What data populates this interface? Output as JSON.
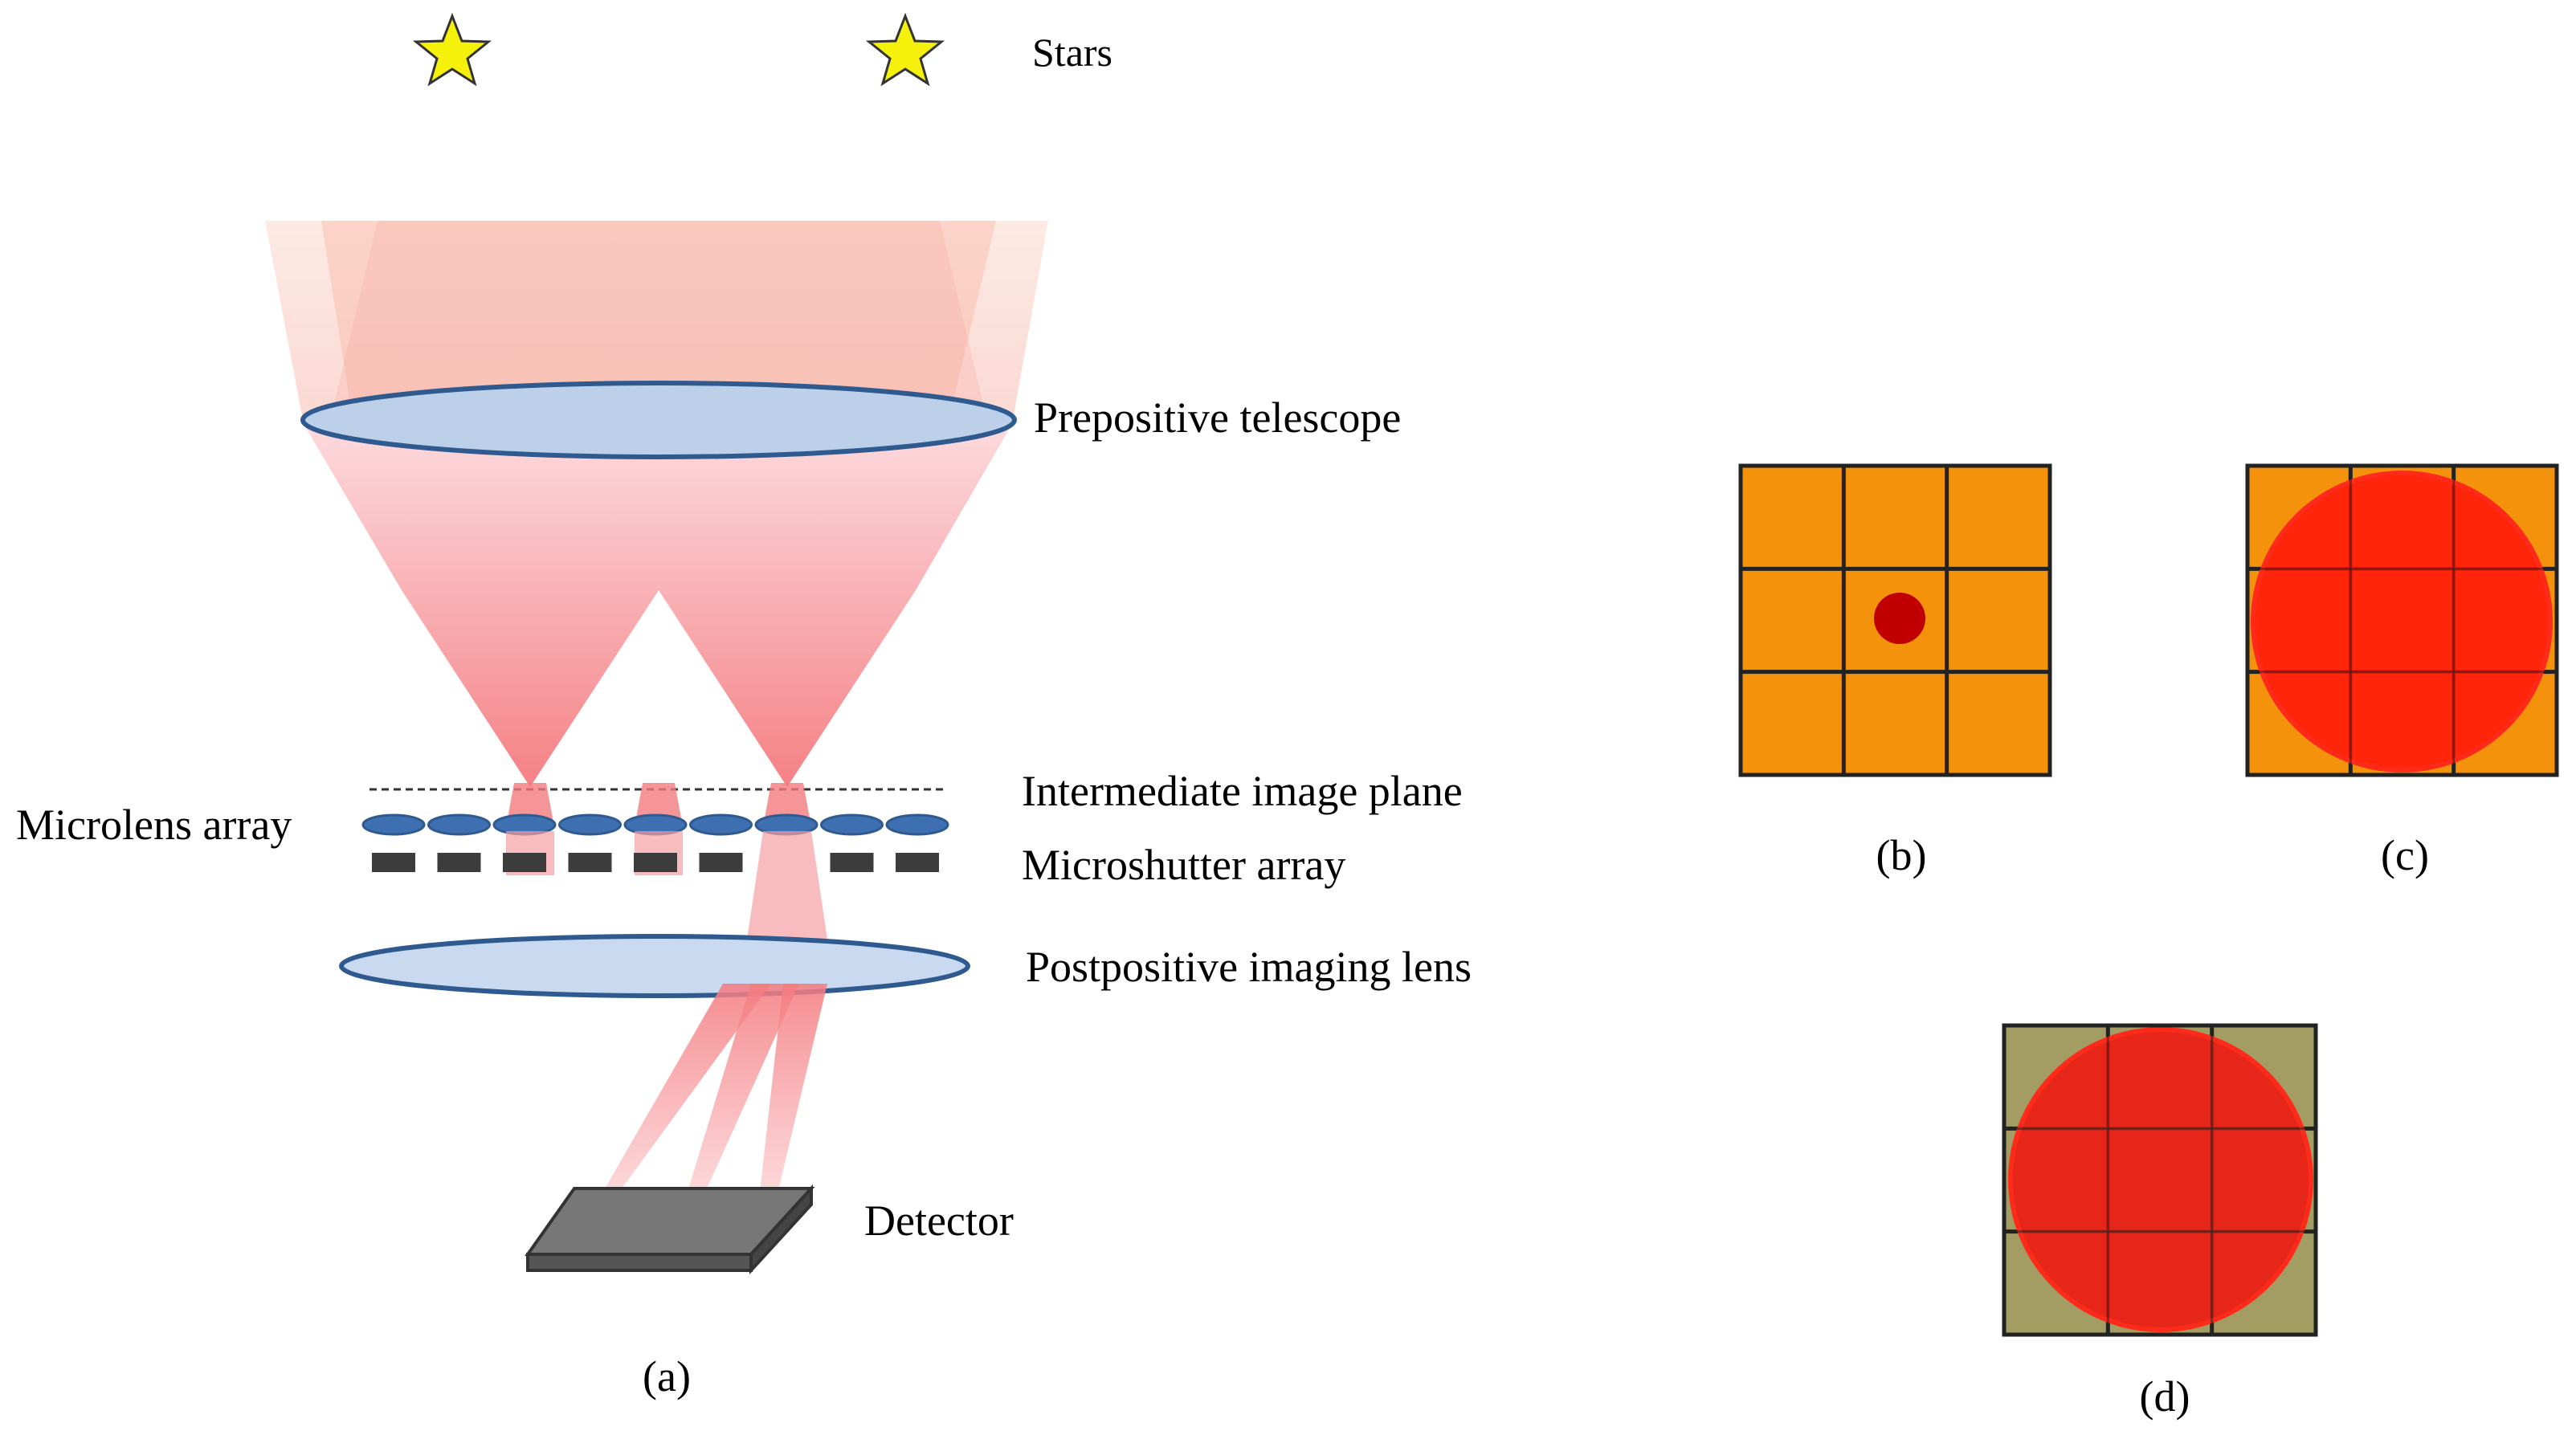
{
  "labels": {
    "stars": "Stars",
    "prepositive_telescope": "Prepositive telescope",
    "intermediate_image_plane": "Intermediate image plane",
    "microlens_array": "Microlens array",
    "microshutter_array": "Microshutter array",
    "postpositive_imaging_lens": "Postpositive imaging lens",
    "detector": "Detector"
  },
  "panels": {
    "a": "(a)",
    "b": "(b)",
    "c": "(c)",
    "d": "(d)"
  },
  "colors": {
    "star_fill": "#f5f10a",
    "lens_fill": "#bcd0ea",
    "lens_stroke": "#2e5a8f",
    "microlens_fill": "#3e6fb0",
    "beam": "#f47a7e",
    "shutter": "#3c3c3c",
    "detector_top": "#777777",
    "grid_orange": "#f5920c",
    "grid_olive": "#a39d64",
    "spot_small": "#c00000",
    "spot_large": "#ff1a0a",
    "spot_large_d": "#ea1c12"
  },
  "grid": {
    "rows": 3,
    "cols": 3
  },
  "microlens_count": 9,
  "shutters": [
    true,
    true,
    true,
    true,
    true,
    true,
    false,
    true,
    true
  ]
}
